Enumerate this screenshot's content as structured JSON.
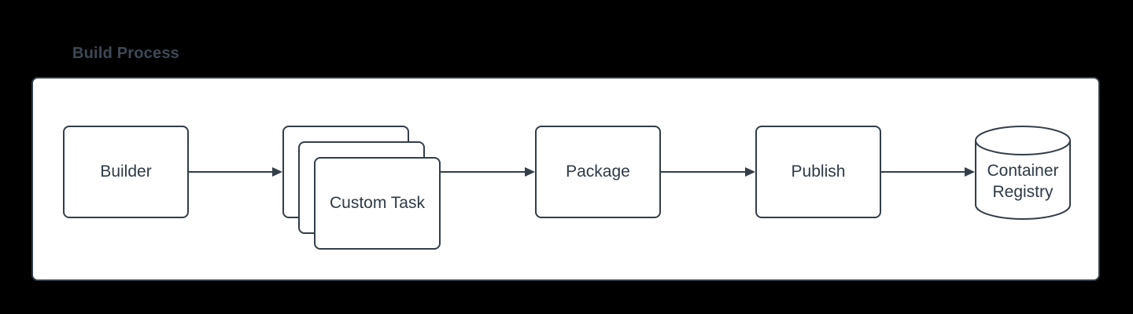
{
  "theme": {
    "canvas_bg": "#000000",
    "panel_bg": "#ffffff",
    "stroke": "#333e48",
    "text": "#2d3a45",
    "title": "#3e4955"
  },
  "diagram": {
    "title": "Build Process",
    "container": {
      "label": "Build Process",
      "shape": "rounded-rectangle"
    },
    "nodes": {
      "builder": {
        "label": "Builder",
        "shape": "rounded-rectangle"
      },
      "custom_task": {
        "label": "Custom Task",
        "shape": "stacked-cards",
        "stack_count": 3
      },
      "package": {
        "label": "Package",
        "shape": "rounded-rectangle"
      },
      "publish": {
        "label": "Publish",
        "shape": "rounded-rectangle"
      },
      "container_registry": {
        "label": "Container Registry",
        "shape": "cylinder"
      }
    },
    "edges": [
      {
        "from": "Builder",
        "to": "Custom Task"
      },
      {
        "from": "Custom Task",
        "to": "Package"
      },
      {
        "from": "Package",
        "to": "Publish"
      },
      {
        "from": "Publish",
        "to": "Container Registry"
      }
    ]
  }
}
